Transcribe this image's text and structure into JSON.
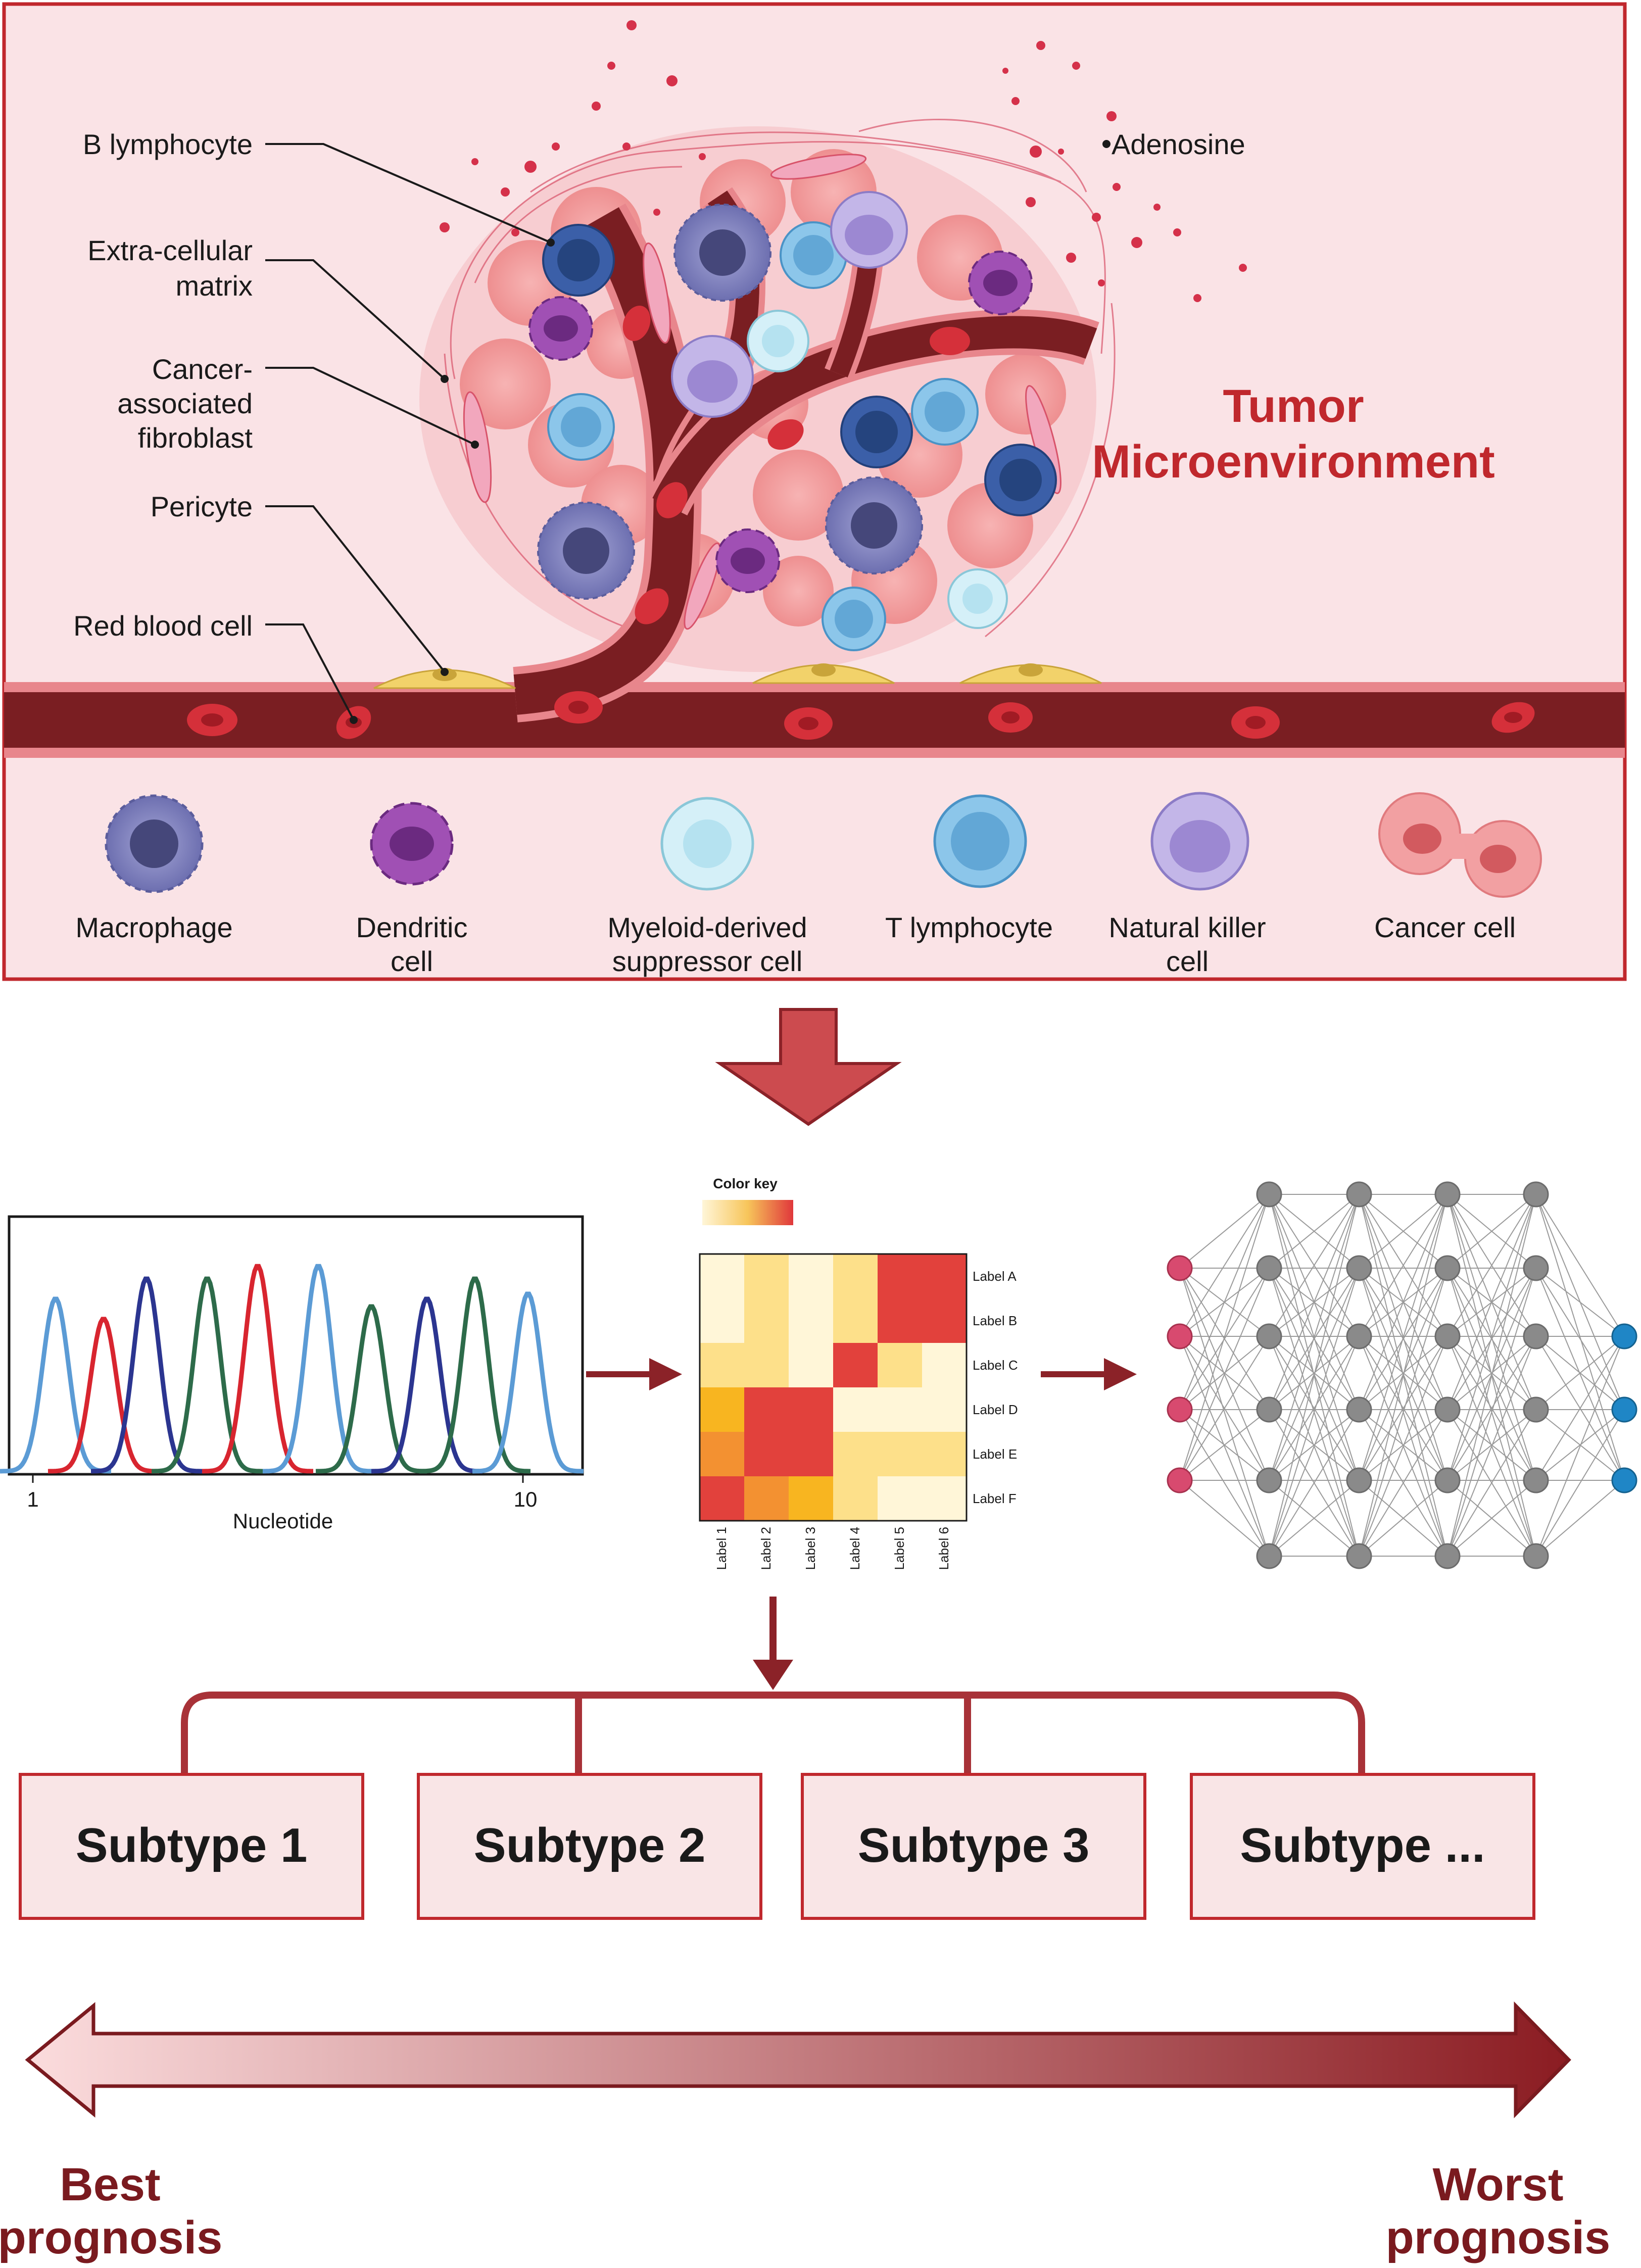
{
  "tme": {
    "title_line1": "Tumor",
    "title_line2": "Microenvironment",
    "left_labels": [
      {
        "lines": [
          "B lymphocyte"
        ]
      },
      {
        "lines": [
          "Extra-cellular",
          "matrix"
        ]
      },
      {
        "lines": [
          "Cancer-",
          "associated",
          "fibroblast"
        ]
      },
      {
        "lines": [
          "Pericyte"
        ]
      },
      {
        "lines": [
          "Red blood cell"
        ]
      }
    ],
    "right_label": "Adenosine",
    "legend": [
      {
        "icon": "macrophage-icon",
        "lines": [
          "Macrophage"
        ]
      },
      {
        "icon": "dendritic-cell-icon",
        "lines": [
          "Dendritic",
          "cell"
        ]
      },
      {
        "icon": "mdsc-icon",
        "lines": [
          "Myeloid-derived",
          "suppressor cell"
        ]
      },
      {
        "icon": "t-lymphocyte-icon",
        "lines": [
          "T lymphocyte"
        ]
      },
      {
        "icon": "nk-cell-icon",
        "lines": [
          "Natural killer",
          "cell"
        ]
      },
      {
        "icon": "cancer-cell-icon",
        "lines": [
          "Cancer cell"
        ]
      }
    ]
  },
  "sequencing": {
    "xlabel": "Nucleotide",
    "tick_start": "1",
    "tick_end": "10"
  },
  "heatmap": {
    "color_key_label": "Color key",
    "row_labels": [
      "Label A",
      "Label B",
      "Label C",
      "Label D",
      "Label E",
      "Label F"
    ],
    "col_labels": [
      "Label 1",
      "Label 2",
      "Label 3",
      "Label 4",
      "Label 5",
      "Label 6"
    ]
  },
  "subtypes": [
    "Subtype 1",
    "Subtype 2",
    "Subtype 3",
    "Subtype ..."
  ],
  "prognosis": {
    "best_line1": "Best",
    "best_line2": "prognosis",
    "worst_line1": "Worst",
    "worst_line2": "prognosis"
  },
  "colors": {
    "panel_bg": "#fae3e6",
    "panel_border": "#c0282d",
    "vessel": "#7a1e22",
    "accent_red": "#c0282d",
    "arrow_dark": "#8b2228"
  }
}
